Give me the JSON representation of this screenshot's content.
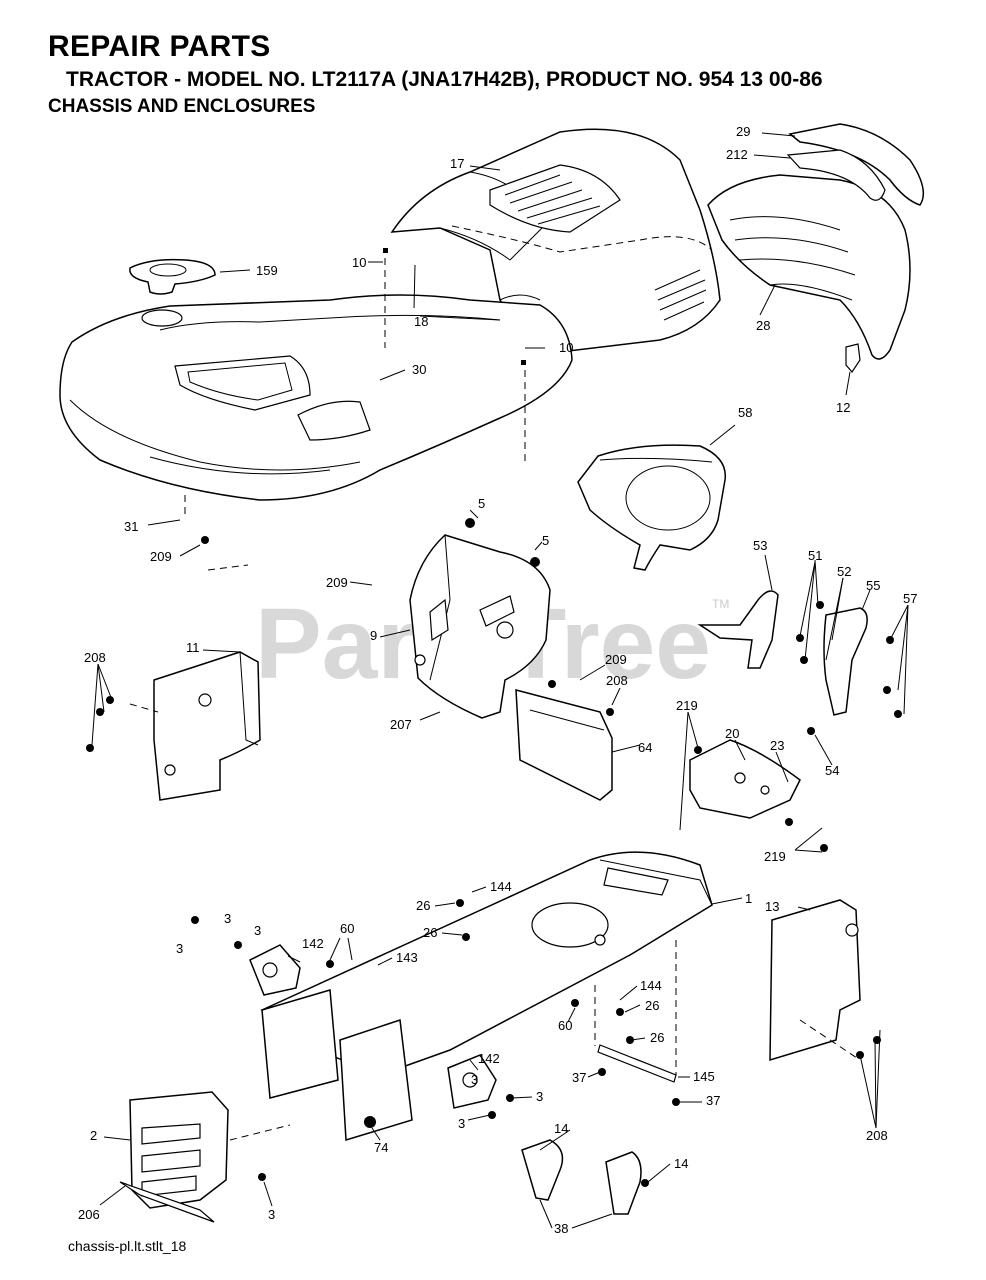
{
  "header": {
    "title": "REPAIR PARTS",
    "model_line": "TRACTOR - MODEL NO. LT2117A (JNA17H42B), PRODUCT NO. 954 13 00-86",
    "section": "CHASSIS AND ENCLOSURES"
  },
  "watermark": {
    "text": "PartsTree",
    "tm": "TM"
  },
  "footer": {
    "drawing_id": "chassis-pl.lt.stlt_18"
  },
  "callouts": [
    "17",
    "29",
    "212",
    "159",
    "10",
    "18",
    "10",
    "30",
    "28",
    "12",
    "58",
    "31",
    "209",
    "5",
    "5",
    "209",
    "9",
    "53",
    "51",
    "52",
    "55",
    "57",
    "208",
    "11",
    "209",
    "207",
    "208",
    "64",
    "219",
    "20",
    "23",
    "54",
    "219",
    "1",
    "144",
    "26",
    "26",
    "3",
    "3",
    "3",
    "60",
    "142",
    "143",
    "144",
    "26",
    "60",
    "26",
    "13",
    "37",
    "145",
    "37",
    "3",
    "142",
    "3",
    "3",
    "208",
    "74",
    "2",
    "14",
    "14",
    "206",
    "3",
    "38"
  ]
}
